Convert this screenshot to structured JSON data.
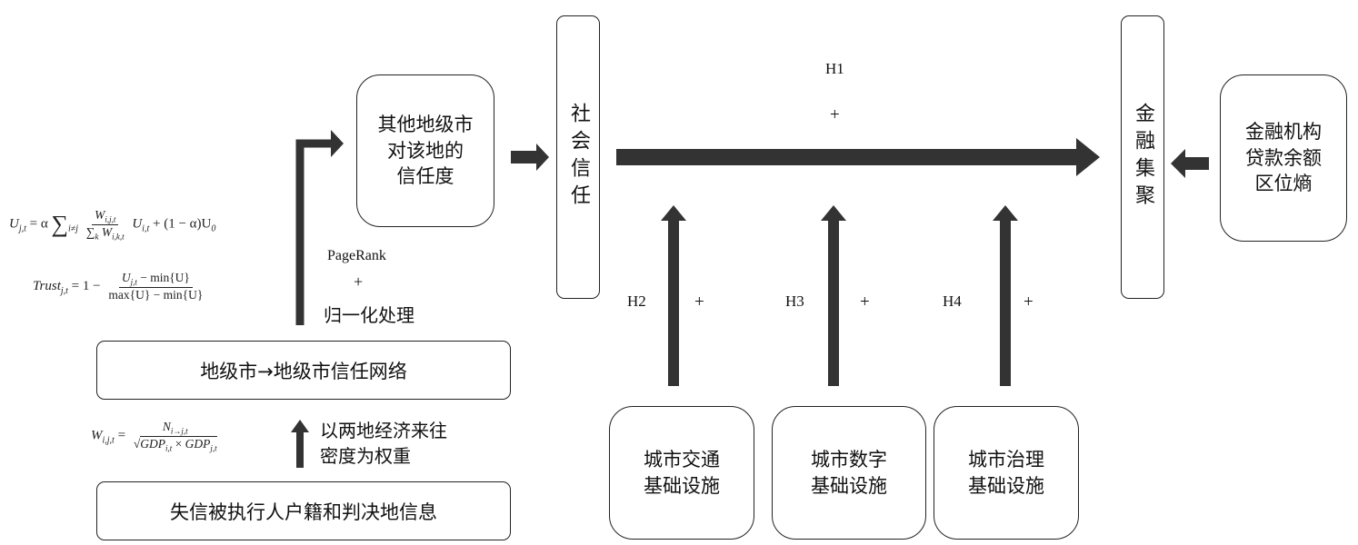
{
  "boxes": {
    "trust_of_others": "其他地级市\n对该地的\n信任度",
    "social_trust": "社会信任",
    "financial_agglomeration": "金融集聚",
    "loan_entropy": "金融机构\n贷款余额\n区位熵",
    "trust_network": "地级市→地级市信任网络",
    "defaulter_info": "失信被执行人户籍和判决地信息",
    "transport_infra": "城市交通\n基础设施",
    "digital_infra": "城市数字\n基础设施",
    "governance_infra": "城市治理\n基础设施"
  },
  "labels": {
    "h1": "H1",
    "h1_sign": "+",
    "h2": "H2",
    "h2_sign": "+",
    "h3": "H3",
    "h3_sign": "+",
    "h4": "H4",
    "h4_sign": "+",
    "pagerank": "PageRank",
    "pagerank_plus": "+",
    "normalize": "归一化处理",
    "weight_note": "以两地经济来往\n密度为权重"
  },
  "formulas": {
    "u_lhs": "U",
    "u_lhs_sub": "j,t",
    "u_eq": " = α",
    "u_sum": "∑",
    "u_sum_sub": "i≠j",
    "u_frac_num": "W",
    "u_frac_num_sub": "i,j,t",
    "u_frac_den": "∑",
    "u_frac_den_sub": "k",
    "u_frac_den_w": " W",
    "u_frac_den_w_sub": "i,k,t",
    "u_tail1": " U",
    "u_tail1_sub": "i,t",
    "u_tail2": " + (1 − α)U",
    "u_tail2_sub": "0",
    "t_lhs": "Trust",
    "t_lhs_sub": "j,t",
    "t_eq": " = 1 − ",
    "t_num": "U",
    "t_num_sub": "j,t",
    "t_num_tail": " − min{U}",
    "t_den": "max{U} − min{U}",
    "w_lhs": "W",
    "w_lhs_sub": "i,j,t",
    "w_eq": " = ",
    "w_num": "N",
    "w_num_sub": "i→j,t",
    "w_den_sqrt": "√",
    "w_den1": "GDP",
    "w_den1_sub": "i,t",
    "w_den_times": " × ",
    "w_den2": "GDP",
    "w_den2_sub": "j,t"
  }
}
